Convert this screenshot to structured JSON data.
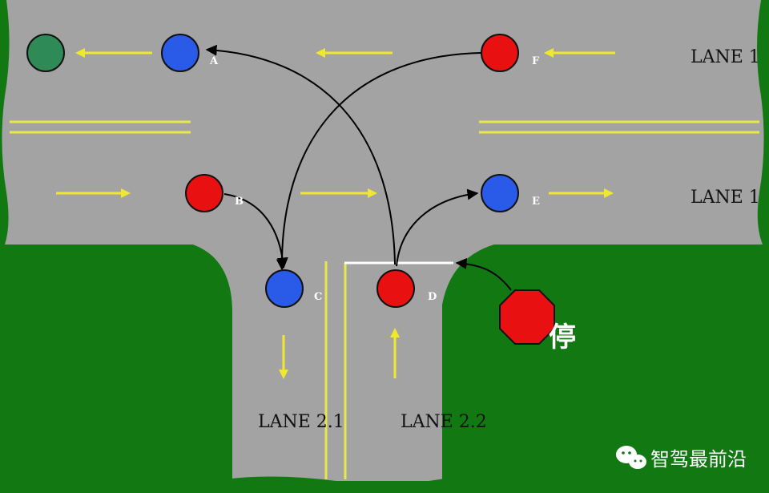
{
  "lanes": {
    "lane_1_label": "LANE 1",
    "lane_2_label": "LANE 1",
    "lane_2_1_label": "LANE 2.1",
    "lane_2_2_label": "LANE 2.2"
  },
  "vehicles": {
    "a": "A",
    "b": "B",
    "c": "C",
    "d": "D",
    "e": "E",
    "f": "F"
  },
  "stop_sign": {
    "label": "停"
  },
  "watermark": {
    "text": "智驾最前沿"
  },
  "colors": {
    "grass": "#127812",
    "road": "#a3a3a3",
    "lane_marking": "#e8e84a",
    "arrow": "#f0e830",
    "red_vehicle": "#e81010",
    "blue_vehicle": "#2a5ae8",
    "green_vehicle": "#2e8b57",
    "stop_sign": "#e81010"
  }
}
